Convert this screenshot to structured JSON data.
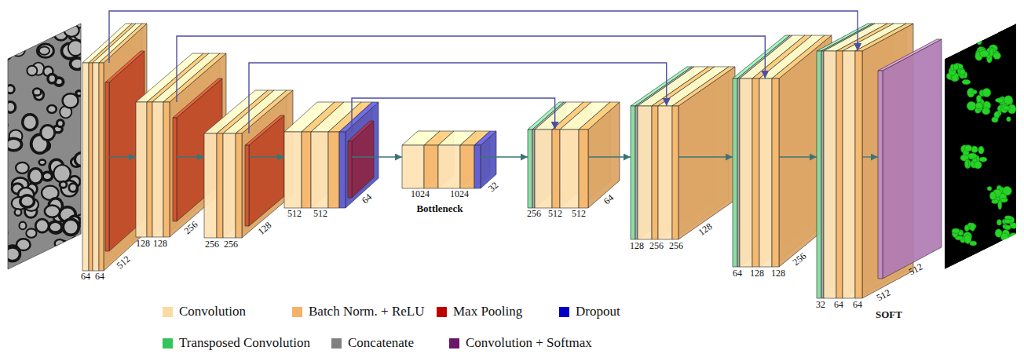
{
  "diagram": {
    "nodes": [
      {
        "text": [
          "64",
          "64",
          "512"
        ]
      },
      {
        "text": [
          "128",
          "128",
          "256"
        ]
      },
      {
        "text": [
          "256",
          "256",
          "128"
        ]
      },
      {
        "text": [
          "512",
          "512",
          "64"
        ]
      },
      {
        "text": [
          "1024",
          "1024",
          "32",
          "Bottleneck"
        ]
      },
      {
        "text": [
          "256",
          "512",
          "512",
          "64"
        ]
      },
      {
        "text": [
          "128",
          "256",
          "256",
          "128"
        ]
      },
      {
        "text": [
          "64",
          "128",
          "128",
          "256"
        ]
      },
      {
        "text": [
          "32",
          "64",
          "64",
          "512"
        ]
      },
      {
        "text": [
          "512",
          "SOFT"
        ]
      }
    ],
    "edges": [
      {
        "from": 0,
        "to": 1,
        "arrow": "to"
      },
      {
        "from": 1,
        "to": 2,
        "arrow": "to"
      },
      {
        "from": 2,
        "to": 3,
        "arrow": "to"
      },
      {
        "from": 3,
        "to": 4,
        "arrow": "to"
      },
      {
        "from": 4,
        "to": 5,
        "arrow": "to"
      },
      {
        "from": 5,
        "to": 6,
        "arrow": "to"
      },
      {
        "from": 6,
        "to": 7,
        "arrow": "to"
      },
      {
        "from": 7,
        "to": 8,
        "arrow": "to"
      },
      {
        "from": 8,
        "to": 9,
        "arrow": "to"
      },
      {
        "from": 0,
        "to": 8,
        "arrow": "to"
      },
      {
        "from": 1,
        "to": 7,
        "arrow": "to"
      },
      {
        "from": 2,
        "to": 6,
        "arrow": "to"
      },
      {
        "from": 3,
        "to": 5,
        "arrow": "to"
      }
    ],
    "legend": [
      {
        "text": "Convolution",
        "color": "#fcd9a0"
      },
      {
        "text": "Batch Norm. + ReLU",
        "color": "#f6b26b"
      },
      {
        "text": "Max Pooling",
        "color": "#c00000"
      },
      {
        "text": "Dropout",
        "color": "#0000c8"
      },
      {
        "text": "Transposed Convolution",
        "color": "#33c45c"
      },
      {
        "text": "Concatenate",
        "color": "#808080"
      },
      {
        "text": "Convolution + Softmax",
        "color": "#6a176a"
      }
    ]
  }
}
